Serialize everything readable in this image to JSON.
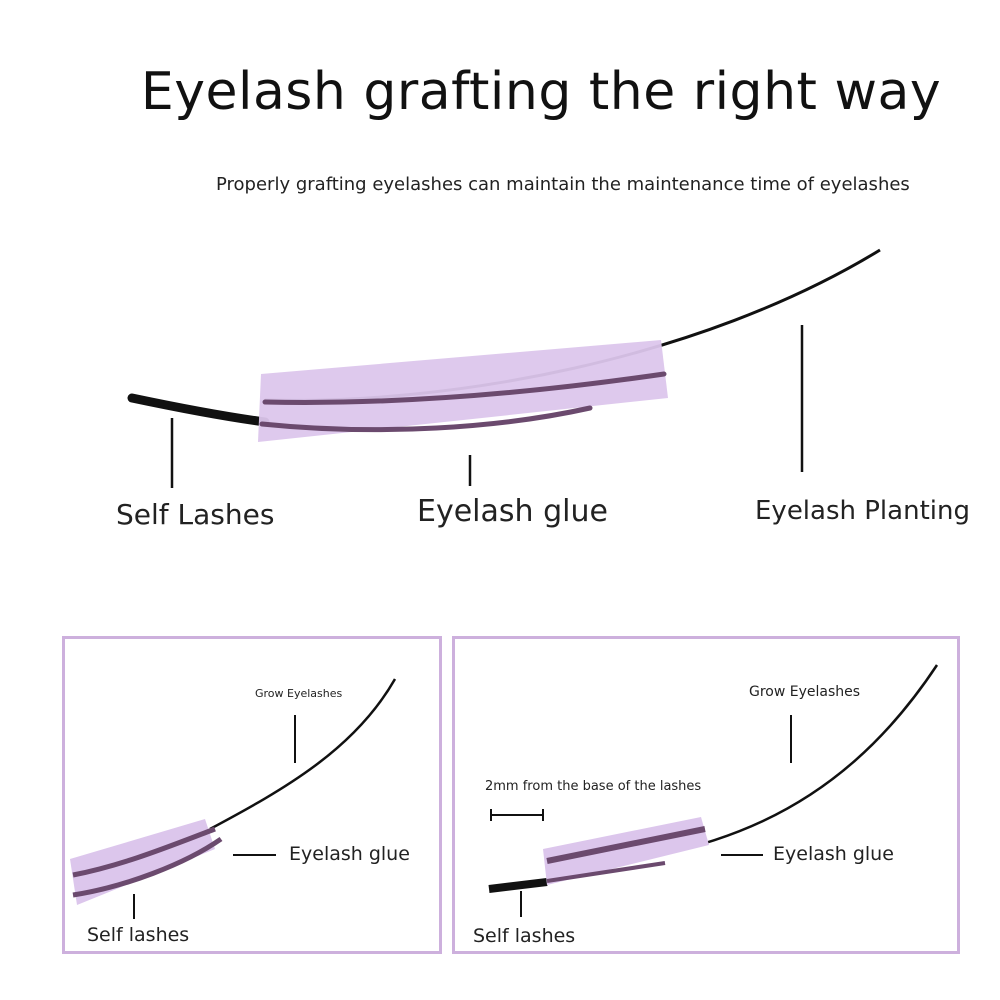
{
  "title": "Eyelash grafting the right way",
  "subtitle": "Properly grafting eyelashes can maintain the maintenance time of eyelashes",
  "main_diagram": {
    "self_lashes": "Self Lashes",
    "eyelash_glue": "Eyelash glue",
    "eyelash_planting": "Eyelash Planting"
  },
  "left_panel": {
    "grow_eyelashes": "Grow Eyelashes",
    "eyelash_glue": "Eyelash glue",
    "self_lashes": "Self lashes"
  },
  "right_panel": {
    "distance_note": "2mm from the base of the lashes",
    "grow_eyelashes": "Grow Eyelashes",
    "eyelash_glue": "Eyelash glue",
    "self_lashes": "Self lashes"
  },
  "colors": {
    "glue": "#dcc6ec",
    "panel_border": "#cdb0dd",
    "lash": "#111111",
    "lash_under_glue": "#6b4a6e"
  }
}
